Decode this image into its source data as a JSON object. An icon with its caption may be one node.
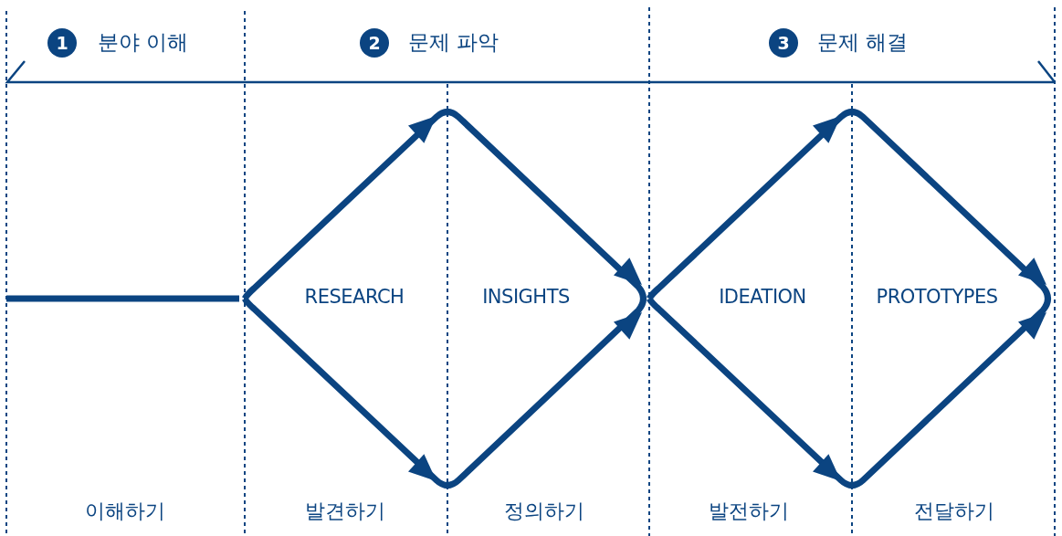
{
  "diagram": {
    "nodes": [
      {
        "text": [
          "1"
        ],
        "beside": [
          "분야 이해"
        ]
      },
      {
        "text": [
          "2"
        ],
        "beside": [
          "문제 파악"
        ]
      },
      {
        "text": [
          "3"
        ],
        "beside": [
          "문제 해결"
        ]
      }
    ],
    "labels": [
      "RESEARCH",
      "INSIGHTS",
      "IDEATION",
      "PROTOTYPES",
      "이해하기",
      "발견하기",
      "정의하기",
      "발전하기",
      "전달하기"
    ]
  }
}
